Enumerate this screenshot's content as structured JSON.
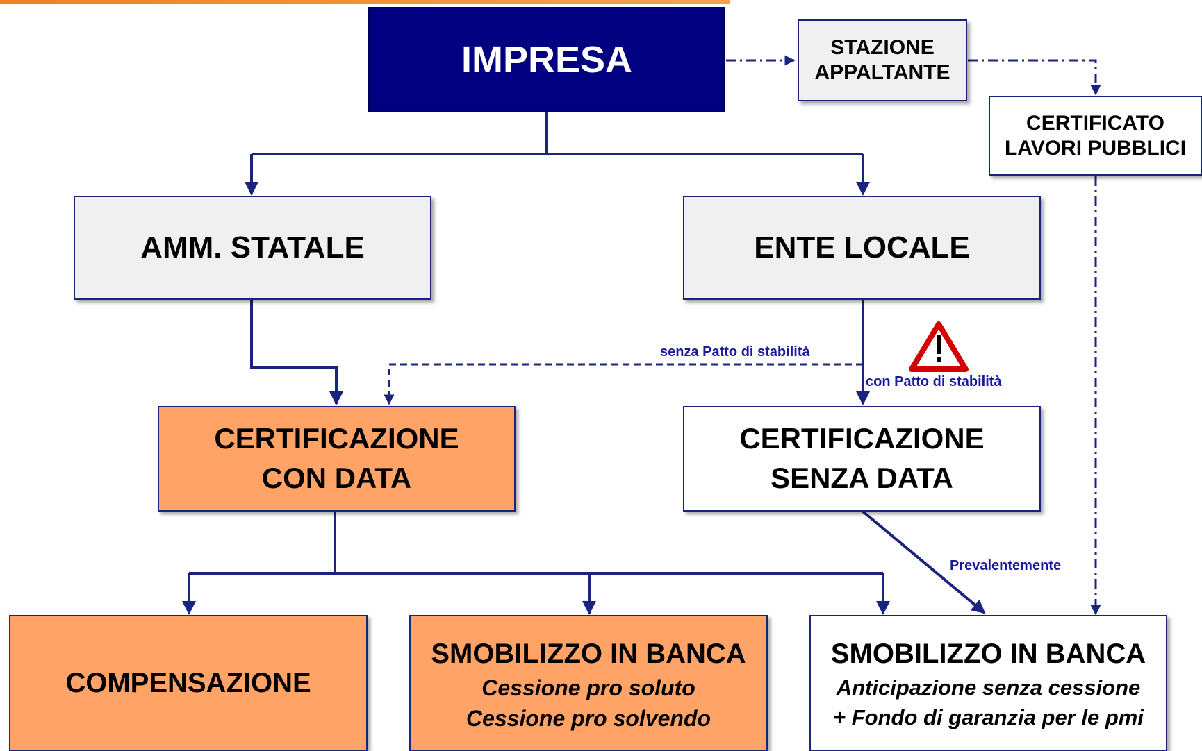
{
  "nodes": {
    "impresa": "IMPRESA",
    "stazione": [
      "STAZIONE",
      "APPALTANTE"
    ],
    "certificato": [
      "CERTIFICATO",
      "LAVORI PUBBLICI"
    ],
    "amm_statale": "AMM. STATALE",
    "ente_locale": "ENTE LOCALE",
    "cert_con_data": [
      "CERTIFICAZIONE",
      "CON DATA"
    ],
    "cert_senza_data": [
      "CERTIFICAZIONE",
      "SENZA DATA"
    ],
    "compensazione": "COMPENSAZIONE",
    "smobilizzo_1": {
      "title": "SMOBILIZZO IN BANCA",
      "line1": "Cessione pro soluto",
      "line2": "Cessione pro solvendo"
    },
    "smobilizzo_2": {
      "title": "SMOBILIZZO IN BANCA",
      "line1": "Anticipazione senza cessione",
      "line2": "+ Fondo di garanzia  per le pmi"
    }
  },
  "labels": {
    "senza_patto": "senza Patto di stabilità",
    "con_patto": "con Patto di stabilità",
    "prevalentemente": "Prevalentemente"
  },
  "colors": {
    "navy": "#000080",
    "orange": "#ffa366",
    "grey": "#f0f0f0",
    "connector": "#1a237e",
    "warning": "#e00000"
  },
  "icons": {
    "warning": "warning-triangle-icon"
  }
}
